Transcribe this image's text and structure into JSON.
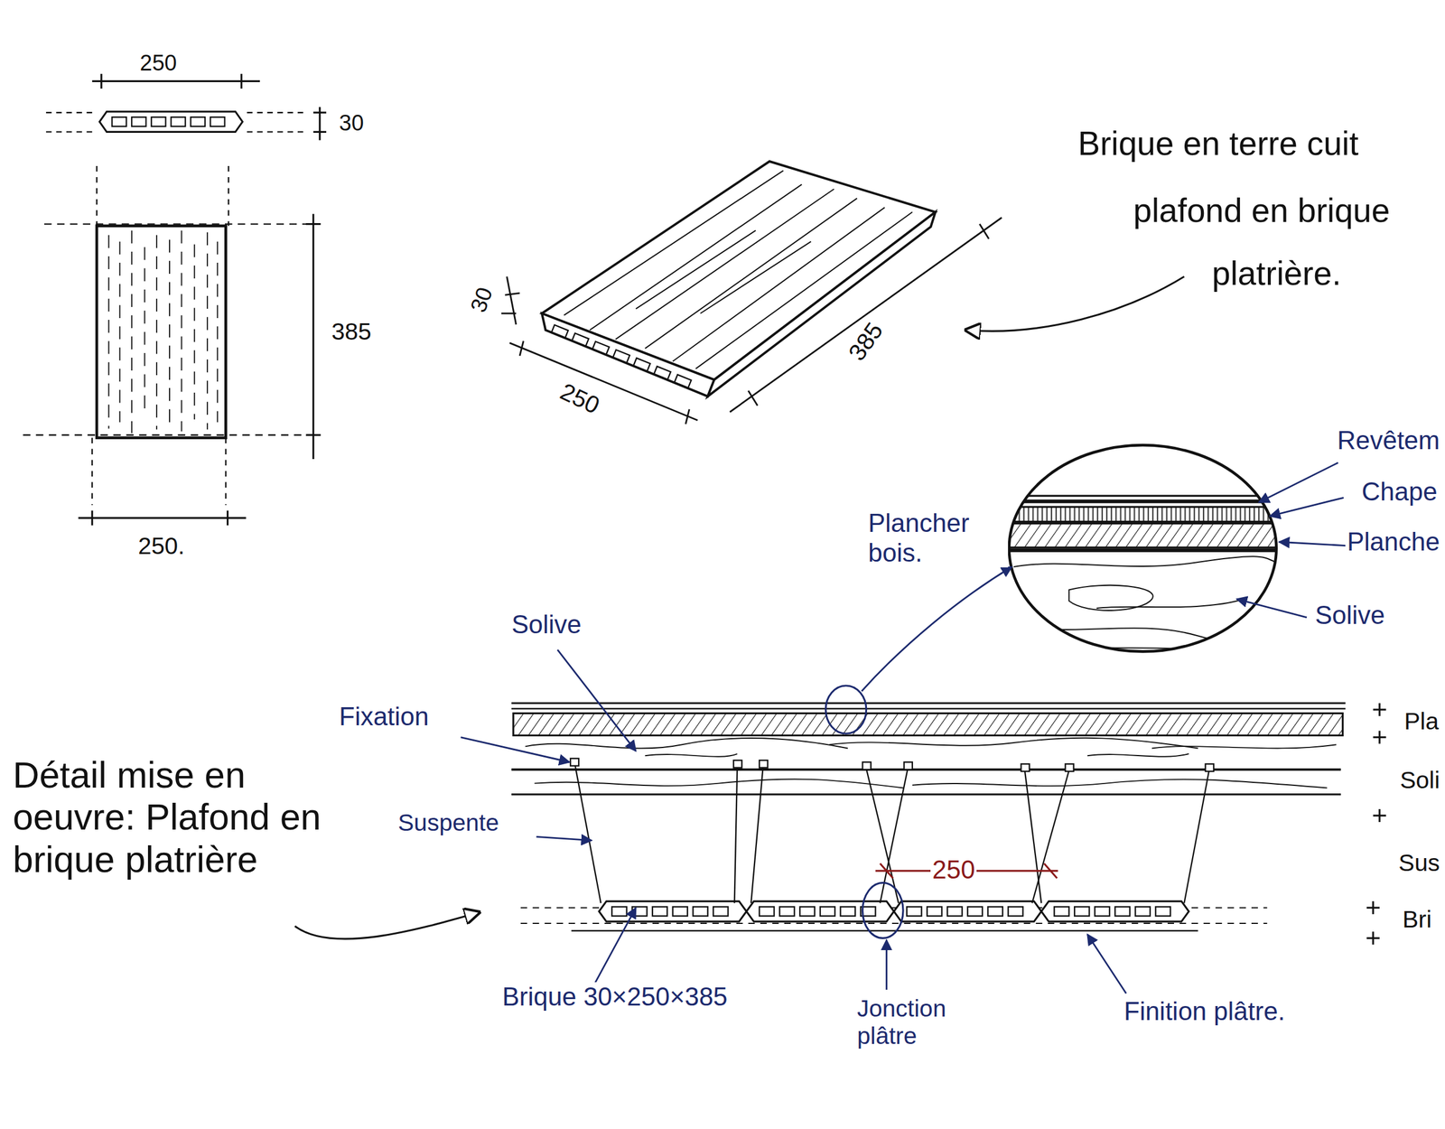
{
  "diagram": {
    "labels": [
      "250",
      "30",
      "385",
      "250.",
      "30",
      "250",
      "385",
      "Brique en terre cuit",
      "plafond en brique",
      "platrière.",
      "Revêtem",
      "Chape",
      "Planche",
      "Solive",
      "Plancher bois.",
      "Solive",
      "Fixation",
      "Détail mise en oeuvre: Plafond en brique platrière",
      "Suspente",
      "250",
      "Brique 30×250×385",
      "Jonction plâtre",
      "Finition plâtre.",
      "Pla",
      "Soli",
      "Sus",
      "Bri"
    ]
  }
}
